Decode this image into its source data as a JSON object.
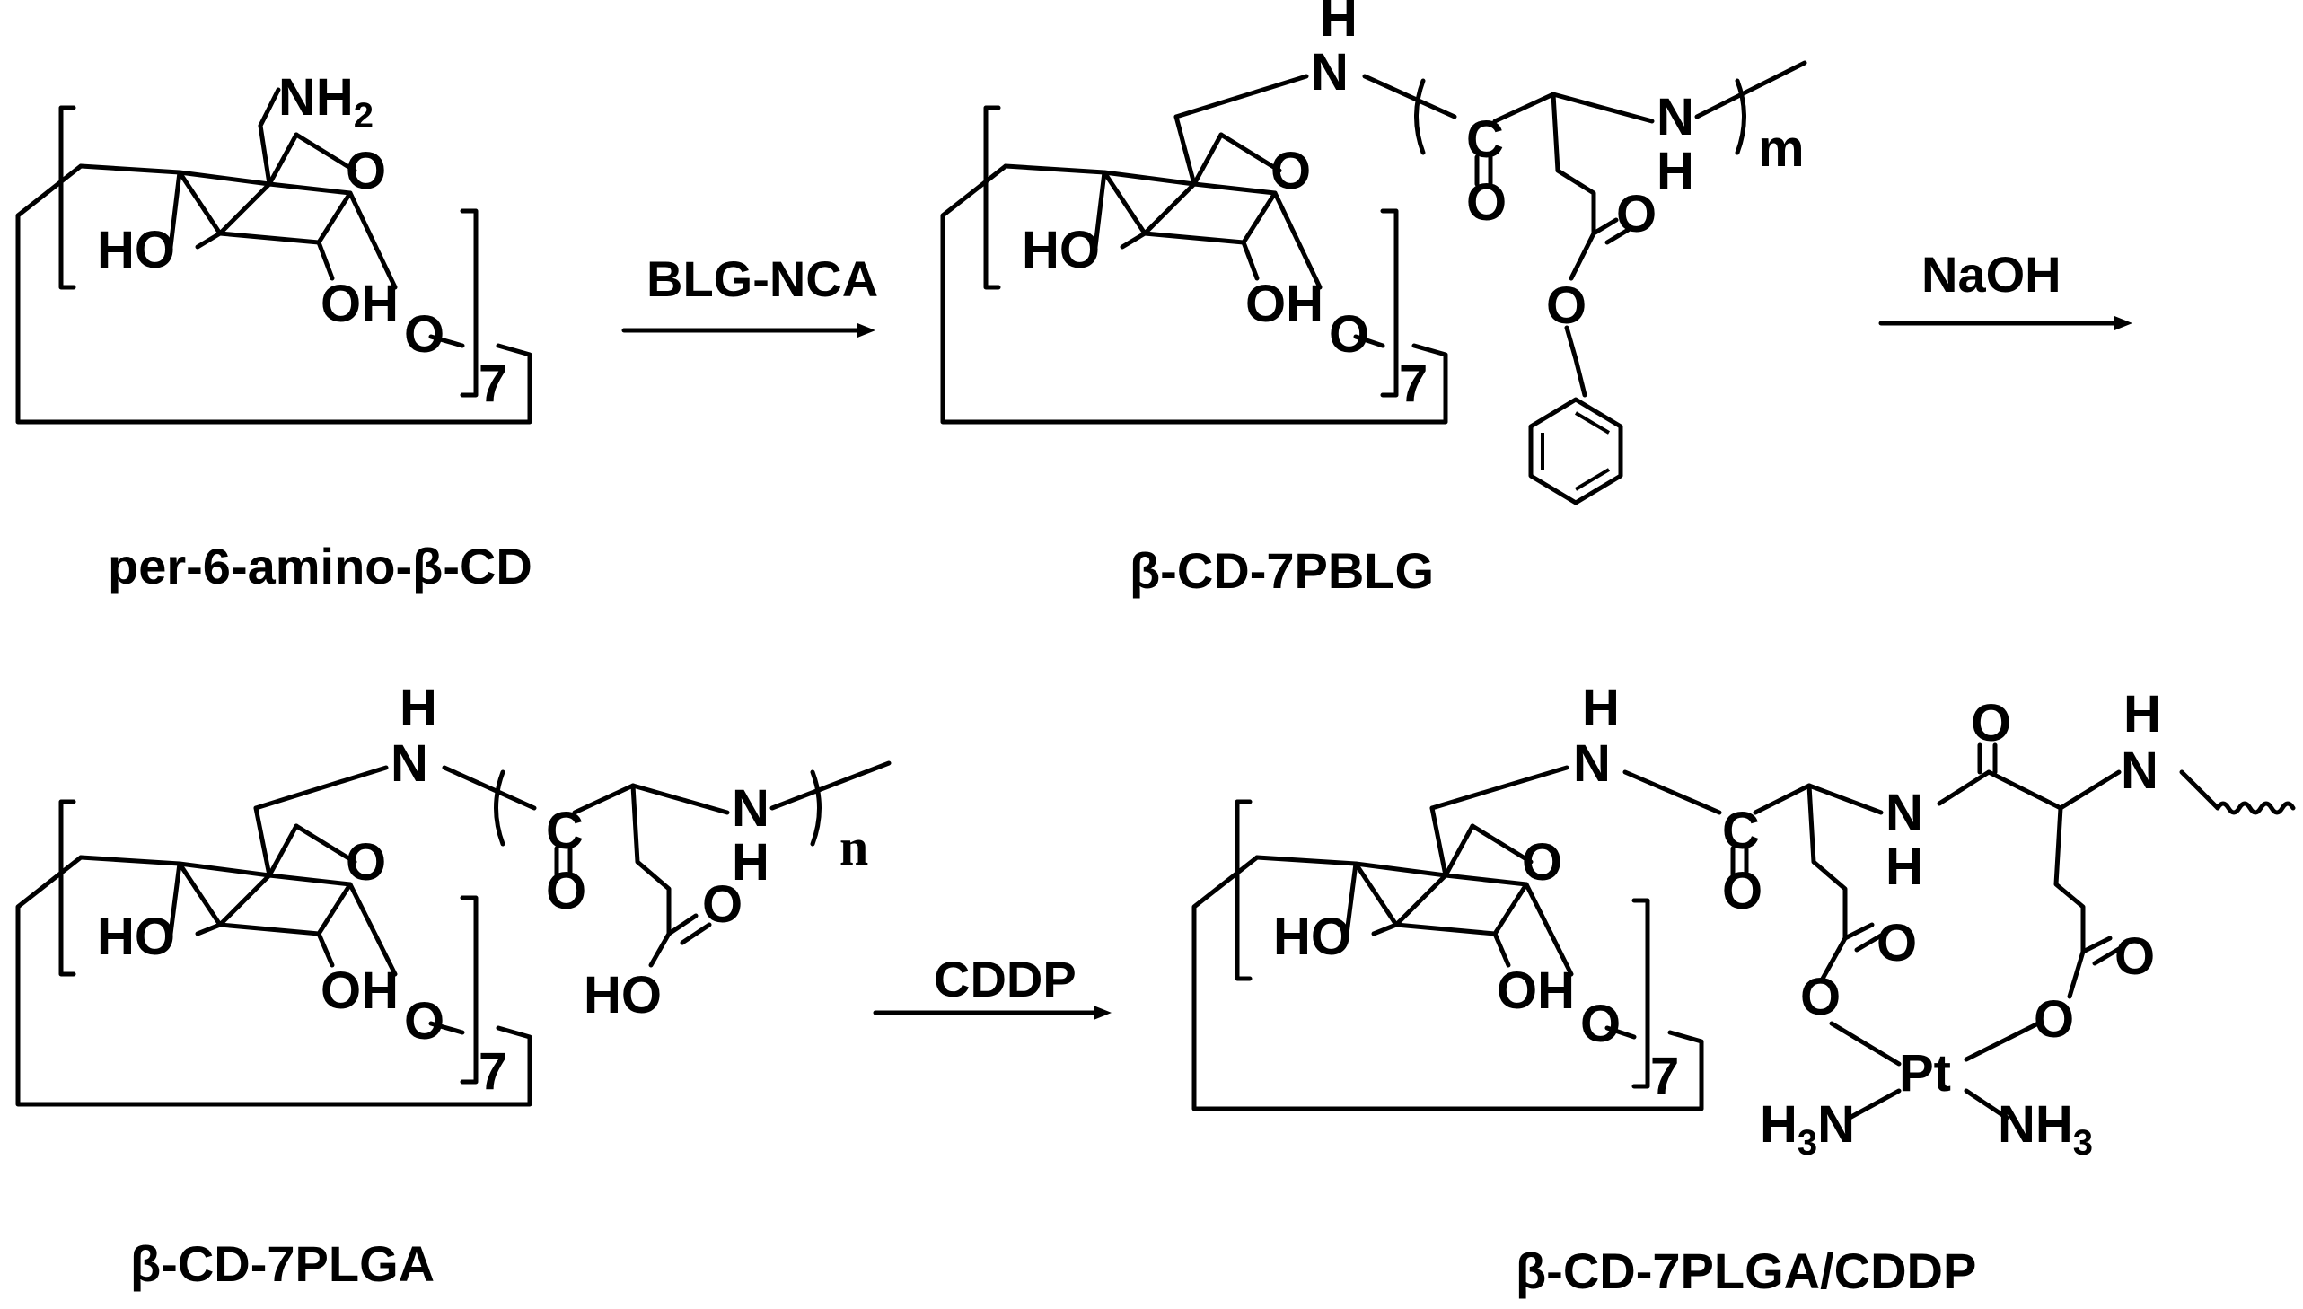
{
  "compounds": {
    "c1": {
      "name": "per-6-amino-β-CD"
    },
    "c2": {
      "name": "β-CD-7PBLG"
    },
    "c3": {
      "name": "β-CD-7PLGA"
    },
    "c4": {
      "name": "β-CD-7PLGA/CDDP"
    }
  },
  "reagents": {
    "r1": "BLG-NCA",
    "r2": "NaOH",
    "r3": "CDDP"
  },
  "atoms": {
    "nh2": "NH",
    "sub2": "2",
    "o": "O",
    "ho": "HO",
    "oh": "OH",
    "h": "H",
    "n": "N",
    "c": "C",
    "pt": "Pt",
    "h3n_h": "H",
    "h3n_n": "N",
    "nh3": "NH",
    "sub3": "3"
  },
  "repeat": {
    "count7": "7",
    "m": "m",
    "n": "n"
  }
}
